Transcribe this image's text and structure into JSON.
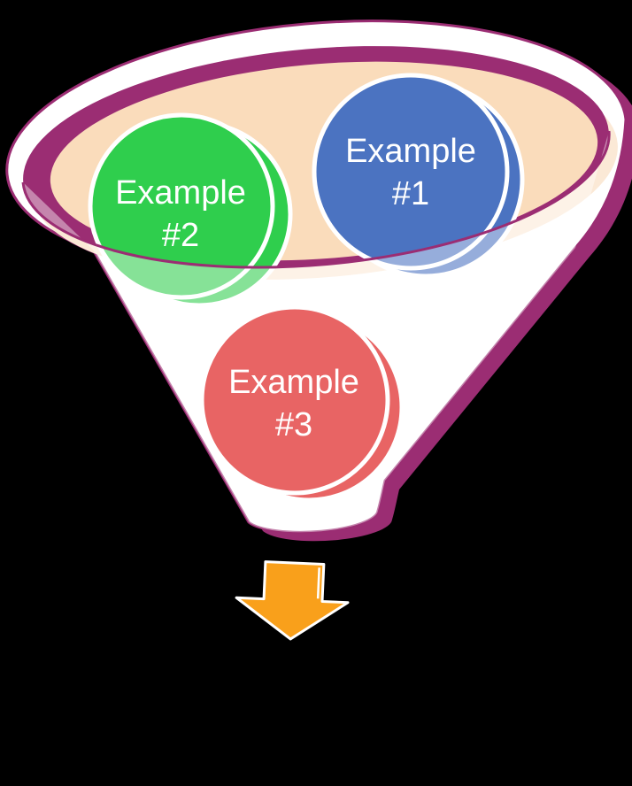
{
  "diagram": {
    "kind": "funnel",
    "description": "3D funnel with three example bubbles and a down arrow"
  },
  "colors": {
    "background": "#000000",
    "purple": "#9B2D73",
    "white": "#FFFFFF",
    "peach": "#FADCBB",
    "pale_peach": "#FBE9D6",
    "green": "#2FCE4D",
    "blue": "#4B73C1",
    "red": "#E86464",
    "orange": "#F9A01B"
  },
  "bubbles": [
    {
      "id": "example-1",
      "line1": "Example",
      "line2": "#1",
      "color": "#4B73C1"
    },
    {
      "id": "example-2",
      "line1": "Example",
      "line2": "#2",
      "color": "#2FCE4D"
    },
    {
      "id": "example-3",
      "line1": "Example",
      "line2": "#3",
      "color": "#E86464"
    }
  ],
  "arrow": {
    "direction": "down",
    "color": "#F9A01B"
  }
}
